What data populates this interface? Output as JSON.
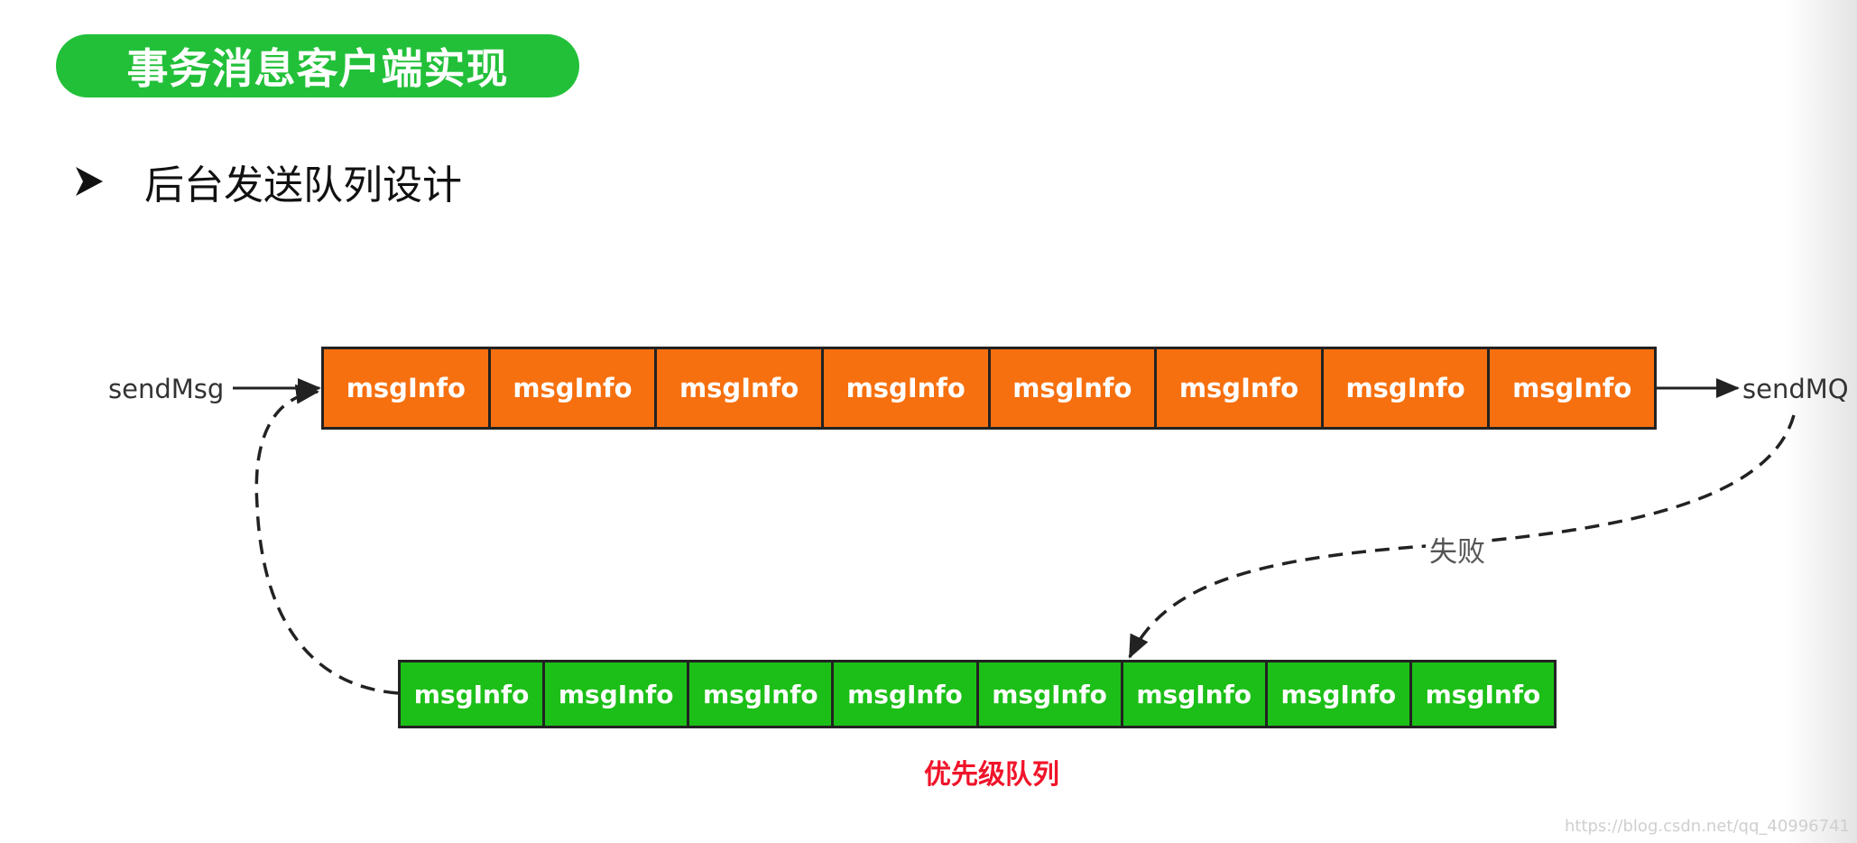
{
  "header": {
    "title": "事务消息客户端实现"
  },
  "bullet": {
    "text": "后台发送队列设计"
  },
  "diagram": {
    "input_label": "sendMsg",
    "output_label": "sendMQ",
    "failure_label": "失败",
    "main_queue": {
      "color": "#f7700f",
      "cells": [
        "msgInfo",
        "msgInfo",
        "msgInfo",
        "msgInfo",
        "msgInfo",
        "msgInfo",
        "msgInfo",
        "msgInfo"
      ]
    },
    "priority_queue": {
      "color": "#1cbf17",
      "label": "优先级队列",
      "label_color": "#f0142a",
      "cells": [
        "msgInfo",
        "msgInfo",
        "msgInfo",
        "msgInfo",
        "msgInfo",
        "msgInfo",
        "msgInfo",
        "msgInfo"
      ]
    }
  },
  "accent_color": "#22c039",
  "watermark": "https://blog.csdn.net/qq_40996741"
}
